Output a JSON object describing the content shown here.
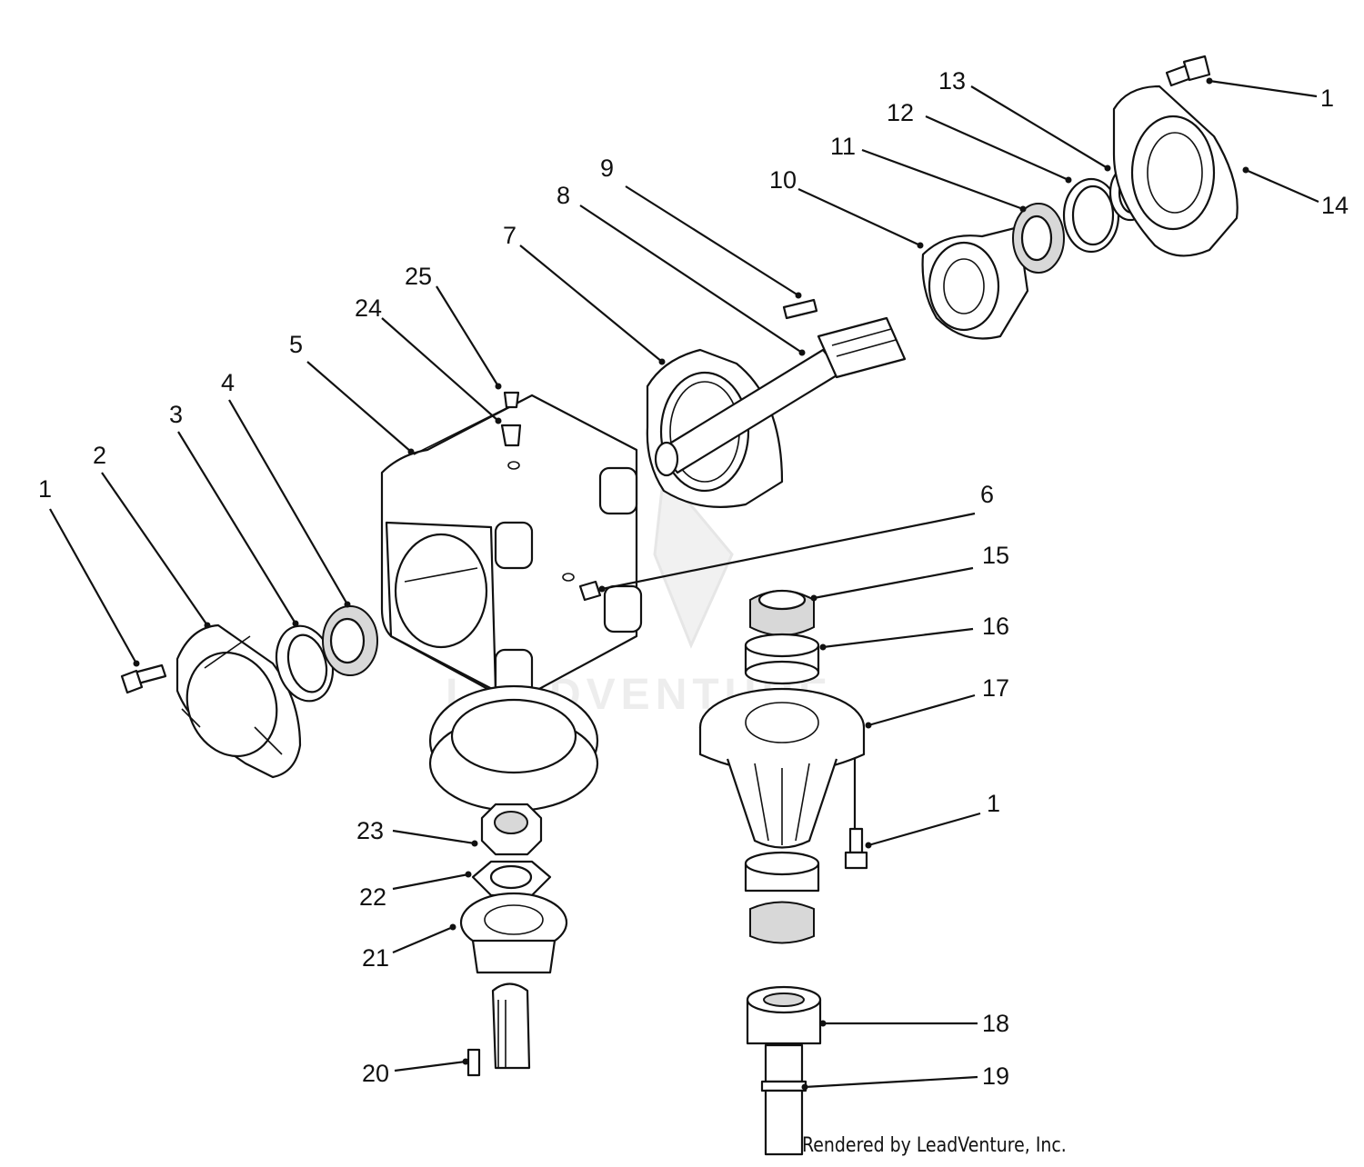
{
  "watermark": "LEADVENTURE",
  "credit": "Rendered by LeadVenture, Inc.",
  "callouts": {
    "c1a": "1",
    "c1b": "1",
    "c1c": "1",
    "c2": "2",
    "c3": "3",
    "c4": "4",
    "c5": "5",
    "c6": "6",
    "c7": "7",
    "c8": "8",
    "c9": "9",
    "c10": "10",
    "c11": "11",
    "c12": "12",
    "c13": "13",
    "c14": "14",
    "c15": "15",
    "c16": "16",
    "c17": "17",
    "c18": "18",
    "c19": "19",
    "c20": "20",
    "c21": "21",
    "c22": "22",
    "c23": "23",
    "c24": "24",
    "c25": "25"
  }
}
